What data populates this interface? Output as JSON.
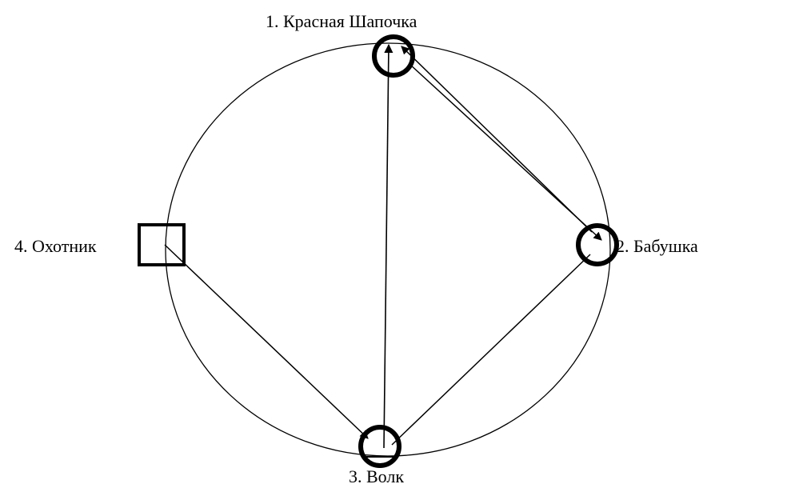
{
  "diagram": {
    "nodes": [
      {
        "id": "1",
        "label": "1. Красная Шапочка",
        "shape": "circle"
      },
      {
        "id": "2",
        "label": "2. Бабушка",
        "shape": "circle"
      },
      {
        "id": "3",
        "label": "3. Волк",
        "shape": "circle"
      },
      {
        "id": "4",
        "label": "4. Охотник",
        "shape": "square"
      }
    ],
    "edges": [
      {
        "from": "3",
        "to": "1",
        "arrow": "to"
      },
      {
        "from": "2",
        "to": "1",
        "arrow": "to"
      },
      {
        "from": "1",
        "to": "2",
        "arrow": "to"
      },
      {
        "from": "4",
        "to": "3",
        "arrow": "to"
      },
      {
        "from": "3",
        "to": "2",
        "arrow": "none"
      }
    ],
    "colors": {
      "stroke": "#000000",
      "background": "#ffffff"
    }
  }
}
